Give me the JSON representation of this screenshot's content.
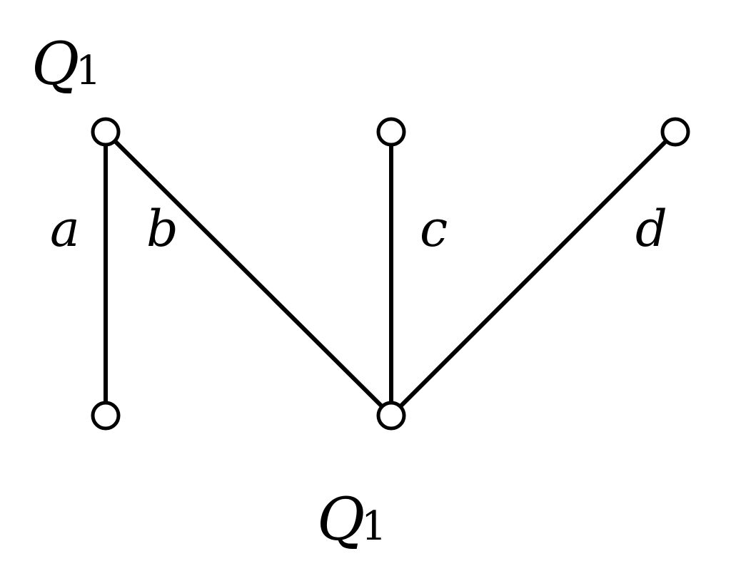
{
  "diagram": {
    "labels": {
      "top_left_node": {
        "base": "Q",
        "subscript": "1"
      },
      "bottom_center_node": {
        "base": "Q",
        "subscript": "1"
      }
    },
    "edges": [
      {
        "label": "a",
        "from": "n_top_left",
        "to": "n_bottom_left"
      },
      {
        "label": "b",
        "from": "n_top_left",
        "to": "n_bottom_center"
      },
      {
        "label": "c",
        "from": "n_top_center",
        "to": "n_bottom_center"
      },
      {
        "label": "d",
        "from": "n_top_right",
        "to": "n_bottom_center"
      }
    ],
    "nodes": [
      "n_top_left",
      "n_top_center",
      "n_top_right",
      "n_bottom_left",
      "n_bottom_center"
    ],
    "colors": {
      "stroke": "#000000",
      "node_fill": "#ffffff",
      "background": "#ffffff"
    }
  }
}
